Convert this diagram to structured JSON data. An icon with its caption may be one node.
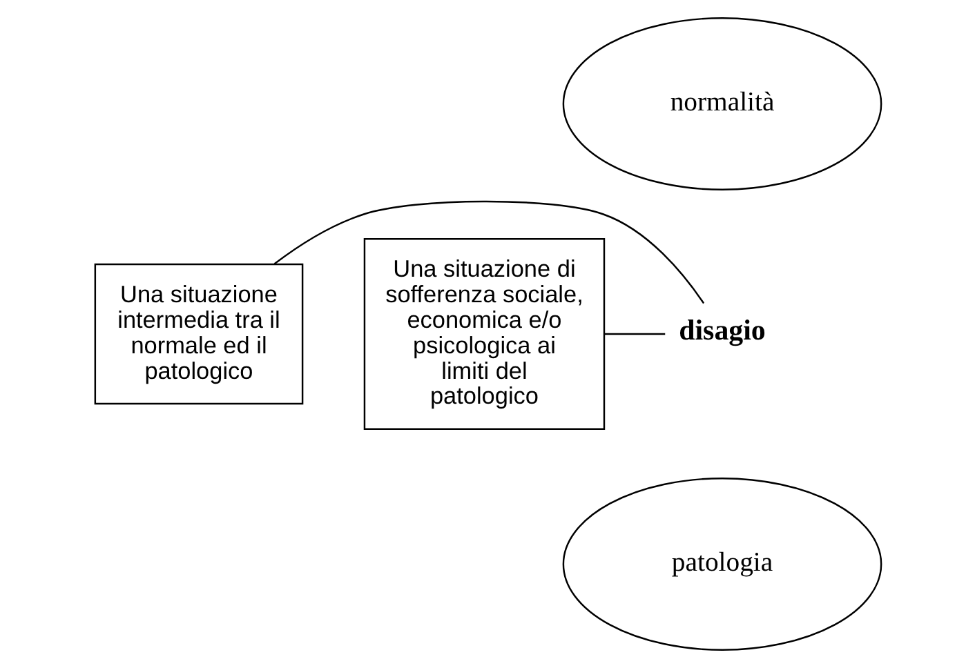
{
  "diagram": {
    "nodes": [
      {
        "text": [
          "normalità"
        ]
      },
      {
        "text": [
          "Una situazione intermedia tra il normale ed il patologico"
        ]
      },
      {
        "text": [
          "disagio"
        ]
      },
      {
        "text": [
          "Una situazione di sofferenza sociale, economica e/o psicologica ai limiti del patologico"
        ]
      },
      {
        "text": [
          "patologia"
        ]
      }
    ],
    "edges": [
      {
        "from": 1,
        "to": 2,
        "arrow": "none"
      },
      {
        "from": 3,
        "to": 2,
        "arrow": "none"
      }
    ]
  }
}
